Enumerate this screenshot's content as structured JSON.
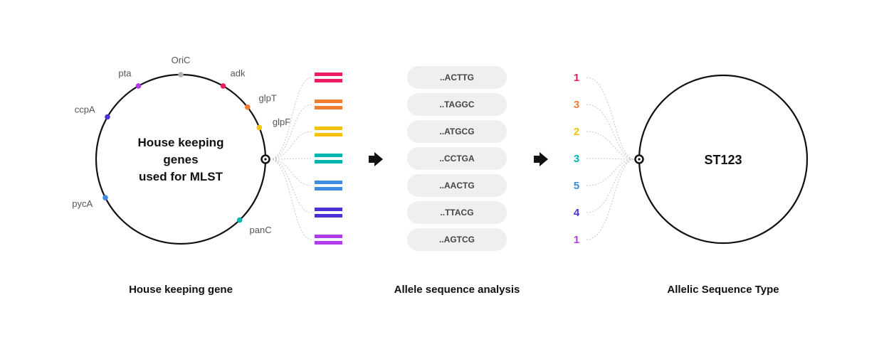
{
  "genome": {
    "center_lines": [
      "House keeping",
      "genes",
      "used for MLST"
    ],
    "genes": [
      {
        "name": "OriC",
        "color": "#b0b0b0",
        "angle": 0
      },
      {
        "name": "adk",
        "color": "#e91e63",
        "angle": 30
      },
      {
        "name": "glpT",
        "color": "#ef7d32",
        "angle": 52
      },
      {
        "name": "glpF",
        "color": "#f4c20d",
        "angle": 68
      },
      {
        "name": "panC",
        "color": "#00b5b0",
        "angle": 136
      },
      {
        "name": "pycA",
        "color": "#3d8be2",
        "angle": 243
      },
      {
        "name": "ccpA",
        "color": "#4a30d6",
        "angle": 300
      },
      {
        "name": "pta",
        "color": "#b13be8",
        "angle": 330
      }
    ]
  },
  "alleles": [
    {
      "color": "#e91e63",
      "sequence": "..ACTTG",
      "number": "1"
    },
    {
      "color": "#ef7d32",
      "sequence": "..TAGGC",
      "number": "3"
    },
    {
      "color": "#f4c20d",
      "sequence": "..ATGCG",
      "number": "2"
    },
    {
      "color": "#00b5b0",
      "sequence": "..CCTGA",
      "number": "3"
    },
    {
      "color": "#3d8be2",
      "sequence": "..AACTG",
      "number": "5"
    },
    {
      "color": "#4a30d6",
      "sequence": "..TTACG",
      "number": "4"
    },
    {
      "color": "#b13be8",
      "sequence": "..AGTCG",
      "number": "1"
    }
  ],
  "sequence_type": {
    "label": "ST123"
  },
  "section_titles": {
    "left": "House keeping gene",
    "middle": "Allele sequence analysis",
    "right": "Allelic Sequence Type"
  }
}
